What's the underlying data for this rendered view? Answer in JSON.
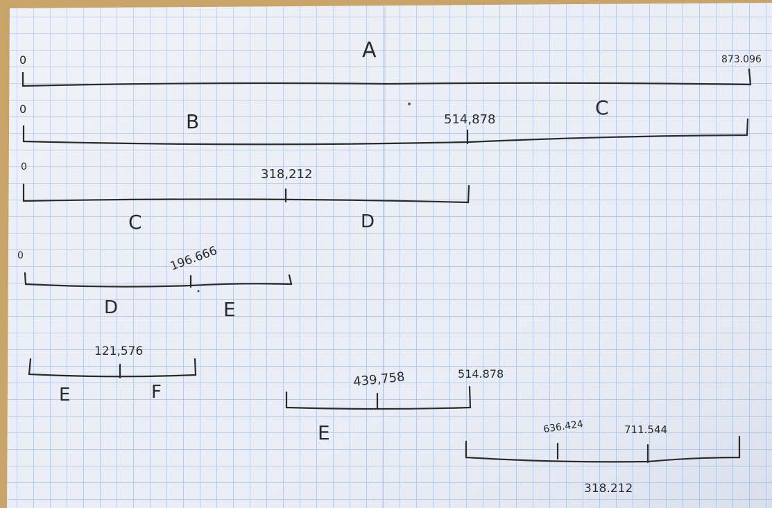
{
  "photo": {
    "subject": "graph-paper-sketch",
    "background_color": "#c9a46a",
    "paper_color": "#e9edf5",
    "grid_color": "#7c9fd0",
    "ink_color": "#2a2a2a"
  },
  "rows": {
    "row1": {
      "start": "0",
      "end": "873.096",
      "label_a": "A"
    },
    "row2": {
      "start": "0",
      "mid": "514,878",
      "label_b": "B",
      "label_c": "C"
    },
    "row3": {
      "start": "0",
      "mid": "318,212",
      "label_c": "C",
      "label_d": "D"
    },
    "row4": {
      "start": "0",
      "mid": "196.666",
      "label_d": "D",
      "label_e": "E"
    },
    "row5": {
      "mid": "121,576",
      "label_e": "E",
      "label_f": "F"
    },
    "row6": {
      "mid": "439,758",
      "end": "514.878",
      "label_e": "E"
    },
    "row7": {
      "tick1": "636.424",
      "tick2": "711.544",
      "label_bottom": "318.212"
    }
  }
}
